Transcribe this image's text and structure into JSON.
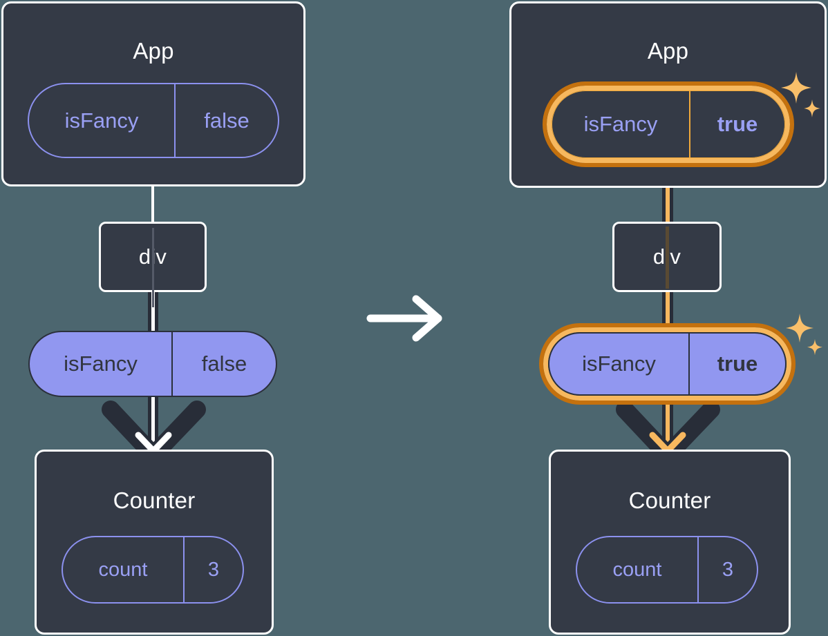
{
  "diagram": {
    "title": "React state update propagation",
    "background_color": "#4c666f",
    "card_color": "#343a46",
    "card_border_color": "#ffffff",
    "pill_outline_color": "#8c91ef",
    "pill_fill_color": "#9197f0",
    "highlight_outer_color": "#c4710e",
    "highlight_inner_color": "#f7b85e",
    "wire_dark_color": "#282d38",
    "wire_white_color": "#ffffff",
    "wire_orange_color": "#f8b85f"
  },
  "before": {
    "app": {
      "title": "App",
      "state": {
        "name": "isFancy",
        "value": "false"
      }
    },
    "div": {
      "title": "div"
    },
    "prop": {
      "name": "isFancy",
      "value": "false"
    },
    "counter": {
      "title": "Counter",
      "state": {
        "name": "count",
        "value": "3"
      }
    }
  },
  "transition": {
    "icon": "arrow-right-icon"
  },
  "after": {
    "app": {
      "title": "App",
      "state": {
        "name": "isFancy",
        "value": "true"
      },
      "highlighted": true,
      "sparkle": "sparkle-icon"
    },
    "div": {
      "title": "div"
    },
    "prop": {
      "name": "isFancy",
      "value": "true",
      "highlighted": true,
      "sparkle": "sparkle-icon"
    },
    "counter": {
      "title": "Counter",
      "state": {
        "name": "count",
        "value": "3"
      }
    }
  }
}
